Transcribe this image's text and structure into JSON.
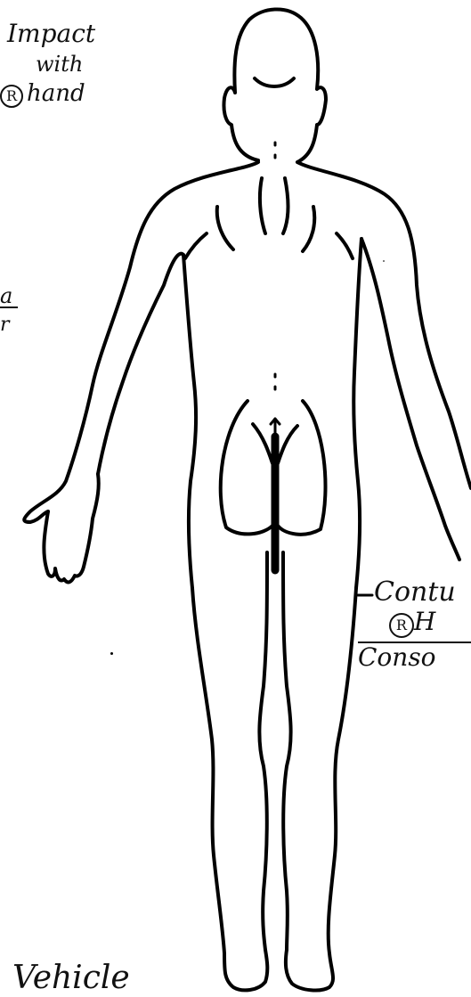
{
  "annotations": {
    "impact": {
      "line1": "Impact",
      "line2": "with",
      "circled": "R",
      "line3": "hand"
    },
    "left_fragment": {
      "top": "a",
      "bottom": "r"
    },
    "contusion": {
      "line1": "Contu",
      "circled": "R",
      "line2": "H",
      "line3": "Conso"
    },
    "bottom_note": "Vehicle"
  }
}
